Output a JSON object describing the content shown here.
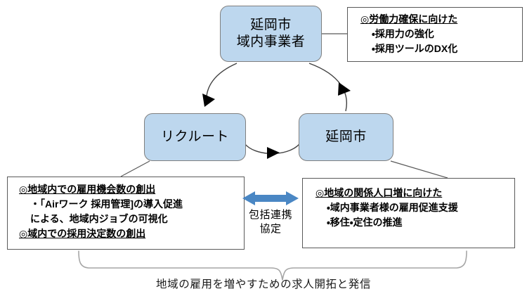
{
  "diagram": {
    "entities": {
      "top": {
        "line1": "延岡市",
        "line2": "域内事業者"
      },
      "left": {
        "label": "リクルート"
      },
      "right": {
        "label": "延岡市"
      }
    },
    "notes": {
      "top_right": {
        "heading": "◎労働力確保に向けた",
        "bullets": [
          "・採用力の強化",
          "・採用ツールのDX化"
        ]
      },
      "bottom_left": {
        "heading1": "◎地域内での雇用機会数の創出",
        "bullet1_line1": "・「Airワーク 採用管理]の導入促進",
        "bullet1_line2": "による、地域内ジョブの可視化",
        "heading2": "◎域内での採用決定数の創出"
      },
      "bottom_right": {
        "heading": "◎地域の関係人口増に向けた",
        "bullets": [
          "・域内事業者様の雇用促進支援",
          "・移住・定住の推進"
        ]
      }
    },
    "pact": {
      "caption_line1": "包括連携",
      "caption_line2": "協定"
    },
    "bottom_caption": "地域の雇用を増やすための求人開拓と発信",
    "colors": {
      "entity_fill": "#bdd7ee",
      "entity_border": "#7f7f7f",
      "note_border": "#595959",
      "pact_arrow": "#4a87c4",
      "brace": "#a6a6a6",
      "connector": "#595959"
    }
  }
}
